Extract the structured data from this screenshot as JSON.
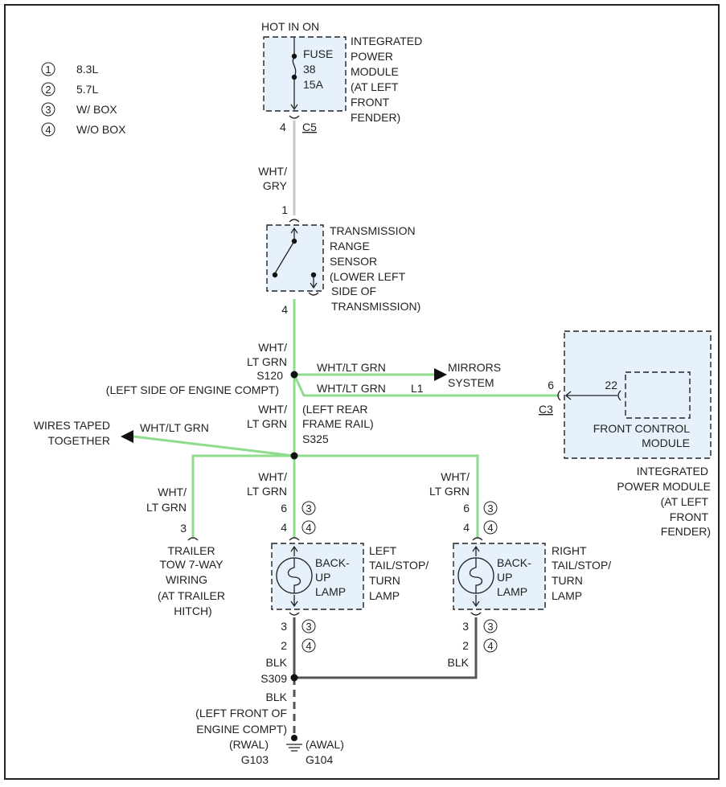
{
  "legend": [
    {
      "num": "1",
      "label": "8.3L"
    },
    {
      "num": "2",
      "label": "5.7L"
    },
    {
      "num": "3",
      "label": "W/ BOX"
    },
    {
      "num": "4",
      "label": "W/O BOX"
    }
  ],
  "fuse": {
    "source": "HOT IN ON",
    "line1": "FUSE",
    "line2": "38",
    "line3": "15A",
    "module": [
      "INTEGRATED",
      "POWER",
      "MODULE",
      "(AT LEFT",
      "FRONT",
      "FENDER)"
    ],
    "pin": "4",
    "connector": "C5"
  },
  "wire_top": [
    "WHT/",
    "GRY"
  ],
  "trs": {
    "pin_in": "1",
    "pin_out": "4",
    "label": [
      "TRANSMISSION",
      "RANGE",
      "SENSOR",
      "(LOWER LEFT",
      "SIDE OF",
      "TRANSMISSION)"
    ]
  },
  "s120": {
    "wire": [
      "WHT/",
      "LT GRN"
    ],
    "splice": "S120",
    "location": "(LEFT SIDE OF ENGINE COMPT)"
  },
  "mirrors": {
    "wire": "WHT/LT GRN",
    "label": [
      "MIRRORS",
      "SYSTEM"
    ]
  },
  "l1_wire": {
    "color": "WHT/LT GRN",
    "circuit": "L1"
  },
  "fcm": {
    "pin_outer": "6",
    "pin_inner": "22",
    "connector": "C3",
    "inner_label": [
      "FRONT CONTROL",
      "MODULE"
    ],
    "outer_label": [
      "INTEGRATED",
      "POWER MODULE",
      "(AT LEFT",
      "FRONT",
      "FENDER)"
    ]
  },
  "s325": {
    "wire": [
      "WHT/",
      "LT GRN"
    ],
    "location": [
      "(LEFT REAR",
      "FRAME RAIL)"
    ],
    "splice": "S325"
  },
  "taped": {
    "wire": "WHT/LT GRN",
    "label": [
      "WIRES TAPED",
      "TOGETHER"
    ]
  },
  "trailer": {
    "wire": [
      "WHT/",
      "LT GRN"
    ],
    "pin": "3",
    "label": [
      "TRAILER",
      "TOW 7-WAY",
      "WIRING",
      "(AT TRAILER",
      "HITCH)"
    ]
  },
  "left_lamp": {
    "wire": [
      "WHT/",
      "LT GRN"
    ],
    "pin_top_a": "6",
    "circ_top_a": "3",
    "pin_top_b": "4",
    "circ_top_b": "4",
    "bulb": [
      "BACK-",
      "UP",
      "LAMP"
    ],
    "label": [
      "LEFT",
      "TAIL/STOP/",
      "TURN",
      "LAMP"
    ],
    "pin_bot_a": "3",
    "circ_bot_a": "3",
    "pin_bot_b": "2",
    "circ_bot_b": "4"
  },
  "right_lamp": {
    "wire": [
      "WHT/",
      "LT GRN"
    ],
    "pin_top_a": "6",
    "circ_top_a": "3",
    "pin_top_b": "4",
    "circ_top_b": "4",
    "bulb": [
      "BACK-",
      "UP",
      "LAMP"
    ],
    "label": [
      "RIGHT",
      "TAIL/STOP/",
      "TURN",
      "LAMP"
    ],
    "pin_bot_a": "3",
    "circ_bot_a": "3",
    "pin_bot_b": "2",
    "circ_bot_b": "4",
    "wire_bot": "BLK"
  },
  "ground": {
    "wire_upper": "BLK",
    "splice": "S309",
    "wire_lower": "BLK",
    "location": [
      "(LEFT FRONT OF",
      "ENGINE COMPT)"
    ],
    "rwal": "(RWAL)",
    "awal": "(AWAL)",
    "g103": "G103",
    "g104": "G104"
  }
}
